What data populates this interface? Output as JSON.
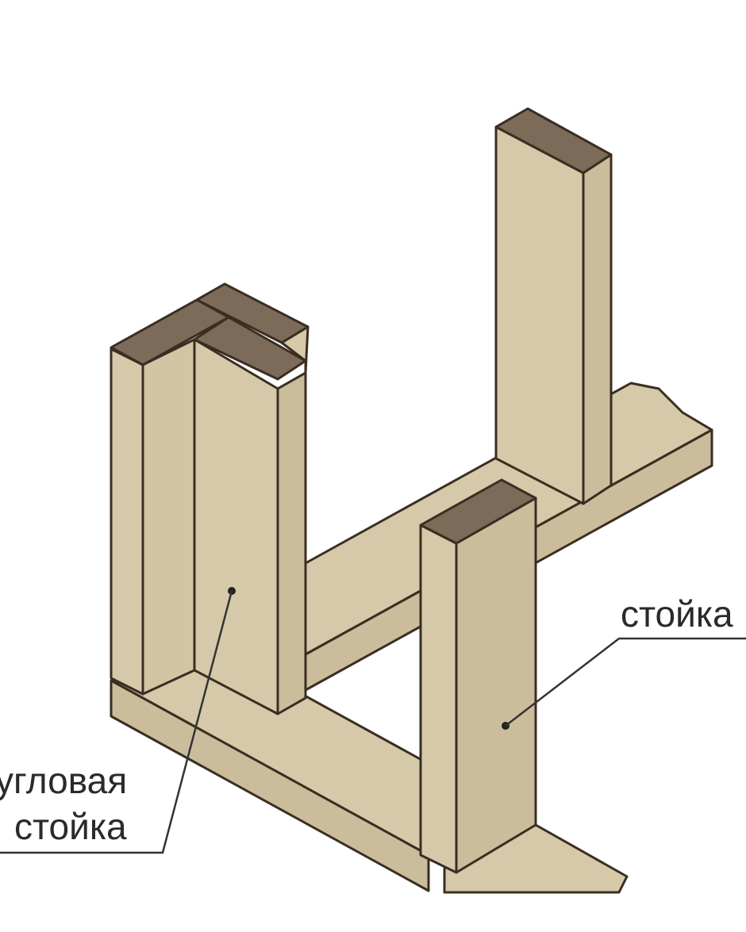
{
  "labels": {
    "corner_stud_line1": "угловая",
    "corner_stud_line2": "стойка",
    "stud": "стойка"
  },
  "colors": {
    "wood_face": "#d6c9a9",
    "wood_side": "#cbbd9c",
    "wood_end_grain": "#7d6b5a",
    "outline": "#3a2e22"
  }
}
